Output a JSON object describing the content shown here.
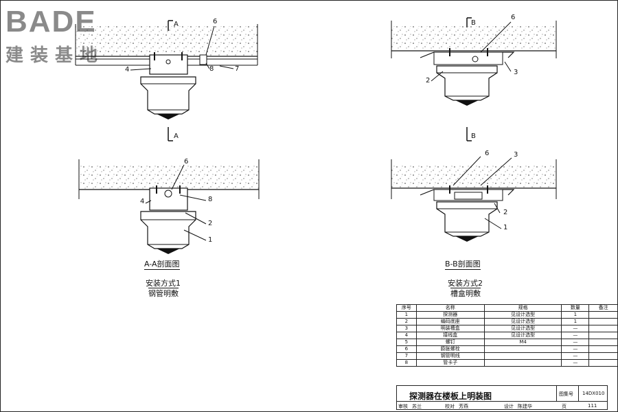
{
  "logo": {
    "en": "BADE",
    "cn": "建装基地"
  },
  "sections": {
    "a_top": "A",
    "a_bottom": "A",
    "b_top": "B",
    "b_bottom": "B"
  },
  "captions": {
    "aa": "A-A剖面图",
    "bb": "B-B剖面图",
    "method1": "安装方式1",
    "method1_sub": "钢管明敷",
    "method2": "安装方式2",
    "method2_sub": "槽盒明敷"
  },
  "callouts": {
    "d1": [
      "6",
      "8",
      "7",
      "4"
    ],
    "d2": [
      "6",
      "3",
      "2"
    ],
    "d3": [
      "6",
      "4",
      "8",
      "2",
      "1"
    ],
    "d4": [
      "6",
      "3",
      "2",
      "1"
    ]
  },
  "table": {
    "headers": [
      "序号",
      "名称",
      "规格",
      "数量",
      "备注"
    ],
    "rows": [
      [
        "1",
        "探测器",
        "见设计选型",
        "1",
        ""
      ],
      [
        "2",
        "编码底座",
        "见设计选型",
        "1",
        ""
      ],
      [
        "3",
        "明装槽盒",
        "见设计选型",
        "—",
        ""
      ],
      [
        "4",
        "接线盒",
        "见设计选型",
        "—",
        ""
      ],
      [
        "5",
        "螺钉",
        "M4",
        "—",
        ""
      ],
      [
        "6",
        "膨胀螺栓",
        "",
        "—",
        ""
      ],
      [
        "7",
        "钢管明线",
        "",
        "—",
        ""
      ],
      [
        "8",
        "管卡子",
        "",
        "—",
        ""
      ]
    ]
  },
  "title_block": {
    "title": "探测器在楼板上明装图",
    "atlas_label": "图集号",
    "atlas_no": "14DX010",
    "review_label": "审核",
    "review_name": "苏兰",
    "check_label": "校对",
    "check_name": "芳燕",
    "design_label": "设计",
    "design_name": "陈建华",
    "page_label": "页",
    "page_no": "111"
  }
}
